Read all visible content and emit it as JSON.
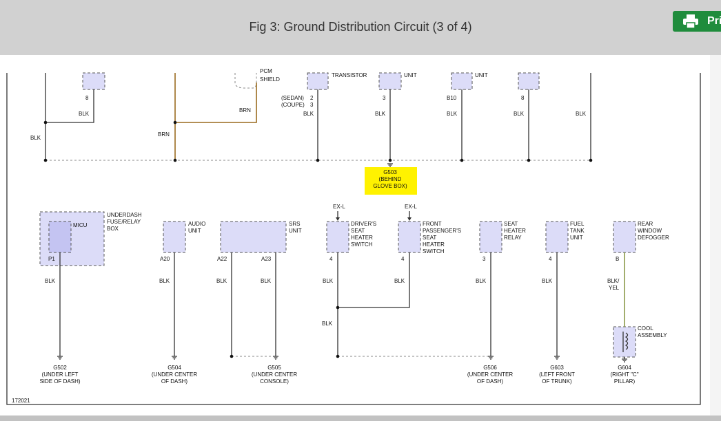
{
  "header": {
    "title": "Fig 3: Ground Distribution Circuit (3 of 4)",
    "print_label": "Pri"
  },
  "colors": {
    "header_bg": "#d1d1d1",
    "print_button": "#1f8c3c",
    "component_fill": "#dcdcf8",
    "highlight": "#fff200",
    "brown_wire": "#9a6a1e",
    "green_wire": "#8a9a4a"
  },
  "figure_id": "172021",
  "upper": {
    "labels": {
      "pcm_shield": [
        "PCM",
        "SHIELD"
      ],
      "transistor": "TRANSISTOR",
      "unit_1": "UNIT",
      "unit_2": "UNIT",
      "sedan": "(SEDAN)",
      "coupe": "(COUPE)",
      "sedan_pin": "2",
      "coupe_pin": "3",
      "pin_a": "8",
      "pin_d": "3",
      "pin_e": "B10",
      "pin_f": "8"
    },
    "wire_colors": [
      "BLK",
      "BLK",
      "BRN",
      "BRN",
      "BLK",
      "BLK",
      "BLK",
      "BLK",
      "BLK"
    ],
    "ground": {
      "id": "G503",
      "location": [
        "(BEHIND",
        "GLOVE BOX)"
      ]
    }
  },
  "lower": {
    "components": [
      {
        "name": [
          "UNDERDASH",
          "FUSE/RELAY",
          "BOX"
        ],
        "sub": "MICU",
        "pin": "P1",
        "wire": "BLK"
      },
      {
        "name": [
          "AUDIO",
          "UNIT"
        ],
        "pin": "A20",
        "wire": "BLK"
      },
      {
        "name": [
          "SRS",
          "UNIT"
        ],
        "pins": [
          "A22",
          "A23"
        ],
        "wires": [
          "BLK",
          "BLK"
        ]
      },
      {
        "name": [
          "DRIVER'S",
          "SEAT",
          "HEATER",
          "SWITCH"
        ],
        "feed": "EX-L",
        "pin": "4",
        "wire": "BLK"
      },
      {
        "name": [
          "FRONT",
          "PASSENGER'S",
          "SEAT",
          "HEATER",
          "SWITCH"
        ],
        "feed": "EX-L",
        "pin": "4",
        "wire": "BLK"
      },
      {
        "name": [
          "SEAT",
          "HEATER",
          "RELAY"
        ],
        "pin": "3",
        "wire": "BLK"
      },
      {
        "name": [
          "FUEL",
          "TANK",
          "UNIT"
        ],
        "pin": "4",
        "wire": "BLK"
      },
      {
        "name": [
          "REAR",
          "WINDOW",
          "DEFOGGER"
        ],
        "pin": "B",
        "wire": [
          "BLK/",
          "YEL"
        ]
      }
    ],
    "splice_wire": "BLK",
    "coil": [
      "COOL",
      "ASSEMBLY"
    ],
    "grounds": [
      {
        "id": "G502",
        "location": [
          "(UNDER LEFT",
          "SIDE OF DASH)"
        ]
      },
      {
        "id": "G504",
        "location": [
          "(UNDER CENTER",
          "OF DASH)"
        ]
      },
      {
        "id": "G505",
        "location": [
          "(UNDER CENTER",
          "CONSOLE)"
        ]
      },
      {
        "id": "G506",
        "location": [
          "(UNDER CENTER",
          "OF DASH)"
        ]
      },
      {
        "id": "G603",
        "location": [
          "(LEFT FRONT",
          "OF TRUNK)"
        ]
      },
      {
        "id": "G604",
        "location": [
          "(RIGHT \"C\"",
          "PILLAR)"
        ]
      }
    ]
  }
}
